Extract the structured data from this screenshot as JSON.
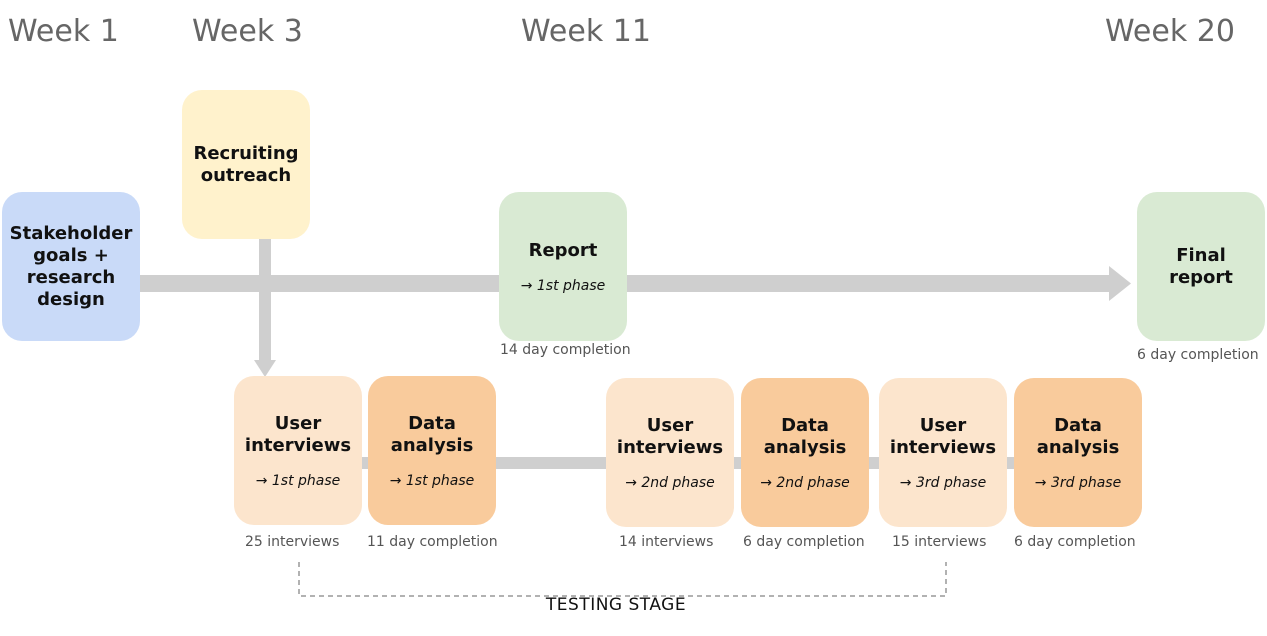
{
  "weeks": [
    "Week 1",
    "Week 3",
    "Week 11",
    "Week 20"
  ],
  "boxes": {
    "stakeholder": {
      "title": "Stakeholder\ngoals + research\ndesign"
    },
    "recruiting": {
      "title": "Recruiting\noutreach"
    },
    "report": {
      "title": "Report",
      "phase": "→ 1st phase",
      "note": "14 day completion"
    },
    "final_report": {
      "title": "Final\nreport",
      "note": "6 day completion"
    },
    "interviews_1": {
      "title": "User\ninterviews",
      "phase": "→ 1st phase",
      "note": "25 interviews"
    },
    "analysis_1": {
      "title": "Data\nanalysis",
      "phase": "→ 1st phase",
      "note": "11 day completion"
    },
    "interviews_2": {
      "title": "User\ninterviews",
      "phase": "→ 2nd phase",
      "note": "14 interviews"
    },
    "analysis_2": {
      "title": "Data\nanalysis",
      "phase": "→ 2nd phase",
      "note": "6 day completion"
    },
    "interviews_3": {
      "title": "User\ninterviews",
      "phase": "→ 3rd phase",
      "note": "15 interviews"
    },
    "analysis_3": {
      "title": "Data\nanalysis",
      "phase": "→ 3rd phase",
      "note": "6 day completion"
    }
  },
  "stage_label": "TESTING STAGE",
  "colors": {
    "stakeholder": "#c9daf8",
    "recruiting": "#fff2cc",
    "report": "#d9ead3",
    "interviews": "#fce5cd",
    "analysis": "#f9cb9c",
    "connector": "#cfcfcf"
  }
}
